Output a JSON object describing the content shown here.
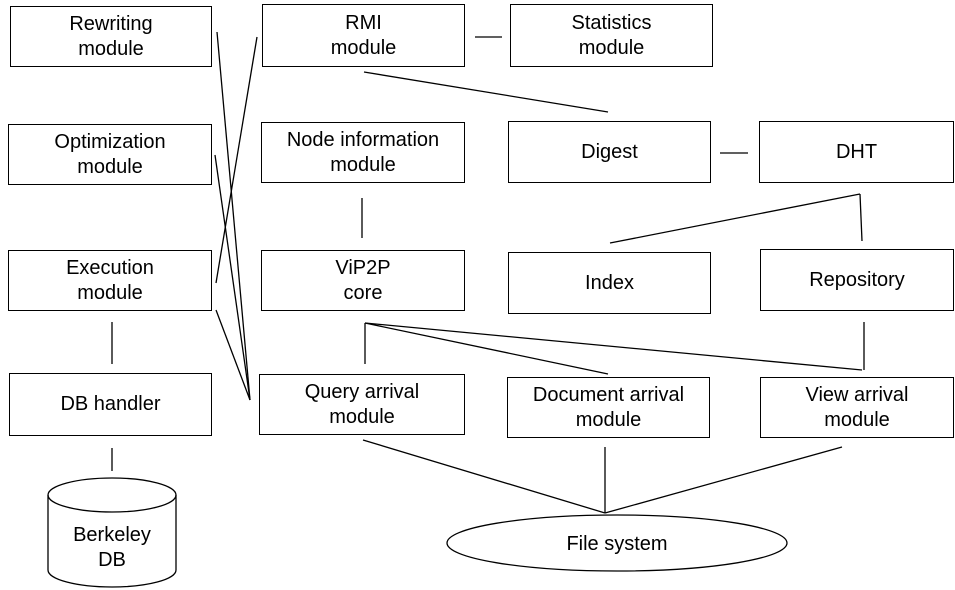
{
  "modules": {
    "rewriting": "Rewriting\nmodule",
    "optimization": "Optimization\nmodule",
    "execution": "Execution\nmodule",
    "db_handler": "DB handler",
    "rmi": "RMI\nmodule",
    "statistics": "Statistics\nmodule",
    "node_information": "Node information\nmodule",
    "vip2p_core": "ViP2P\ncore",
    "query_arrival": "Query arrival\nmodule",
    "digest": "Digest",
    "dht": "DHT",
    "index": "Index",
    "repository": "Repository",
    "document_arrival": "Document arrival\nmodule",
    "view_arrival": "View arrival\nmodule"
  },
  "storage": {
    "berkeley_db": "Berkeley\nDB",
    "file_system": "File system"
  }
}
